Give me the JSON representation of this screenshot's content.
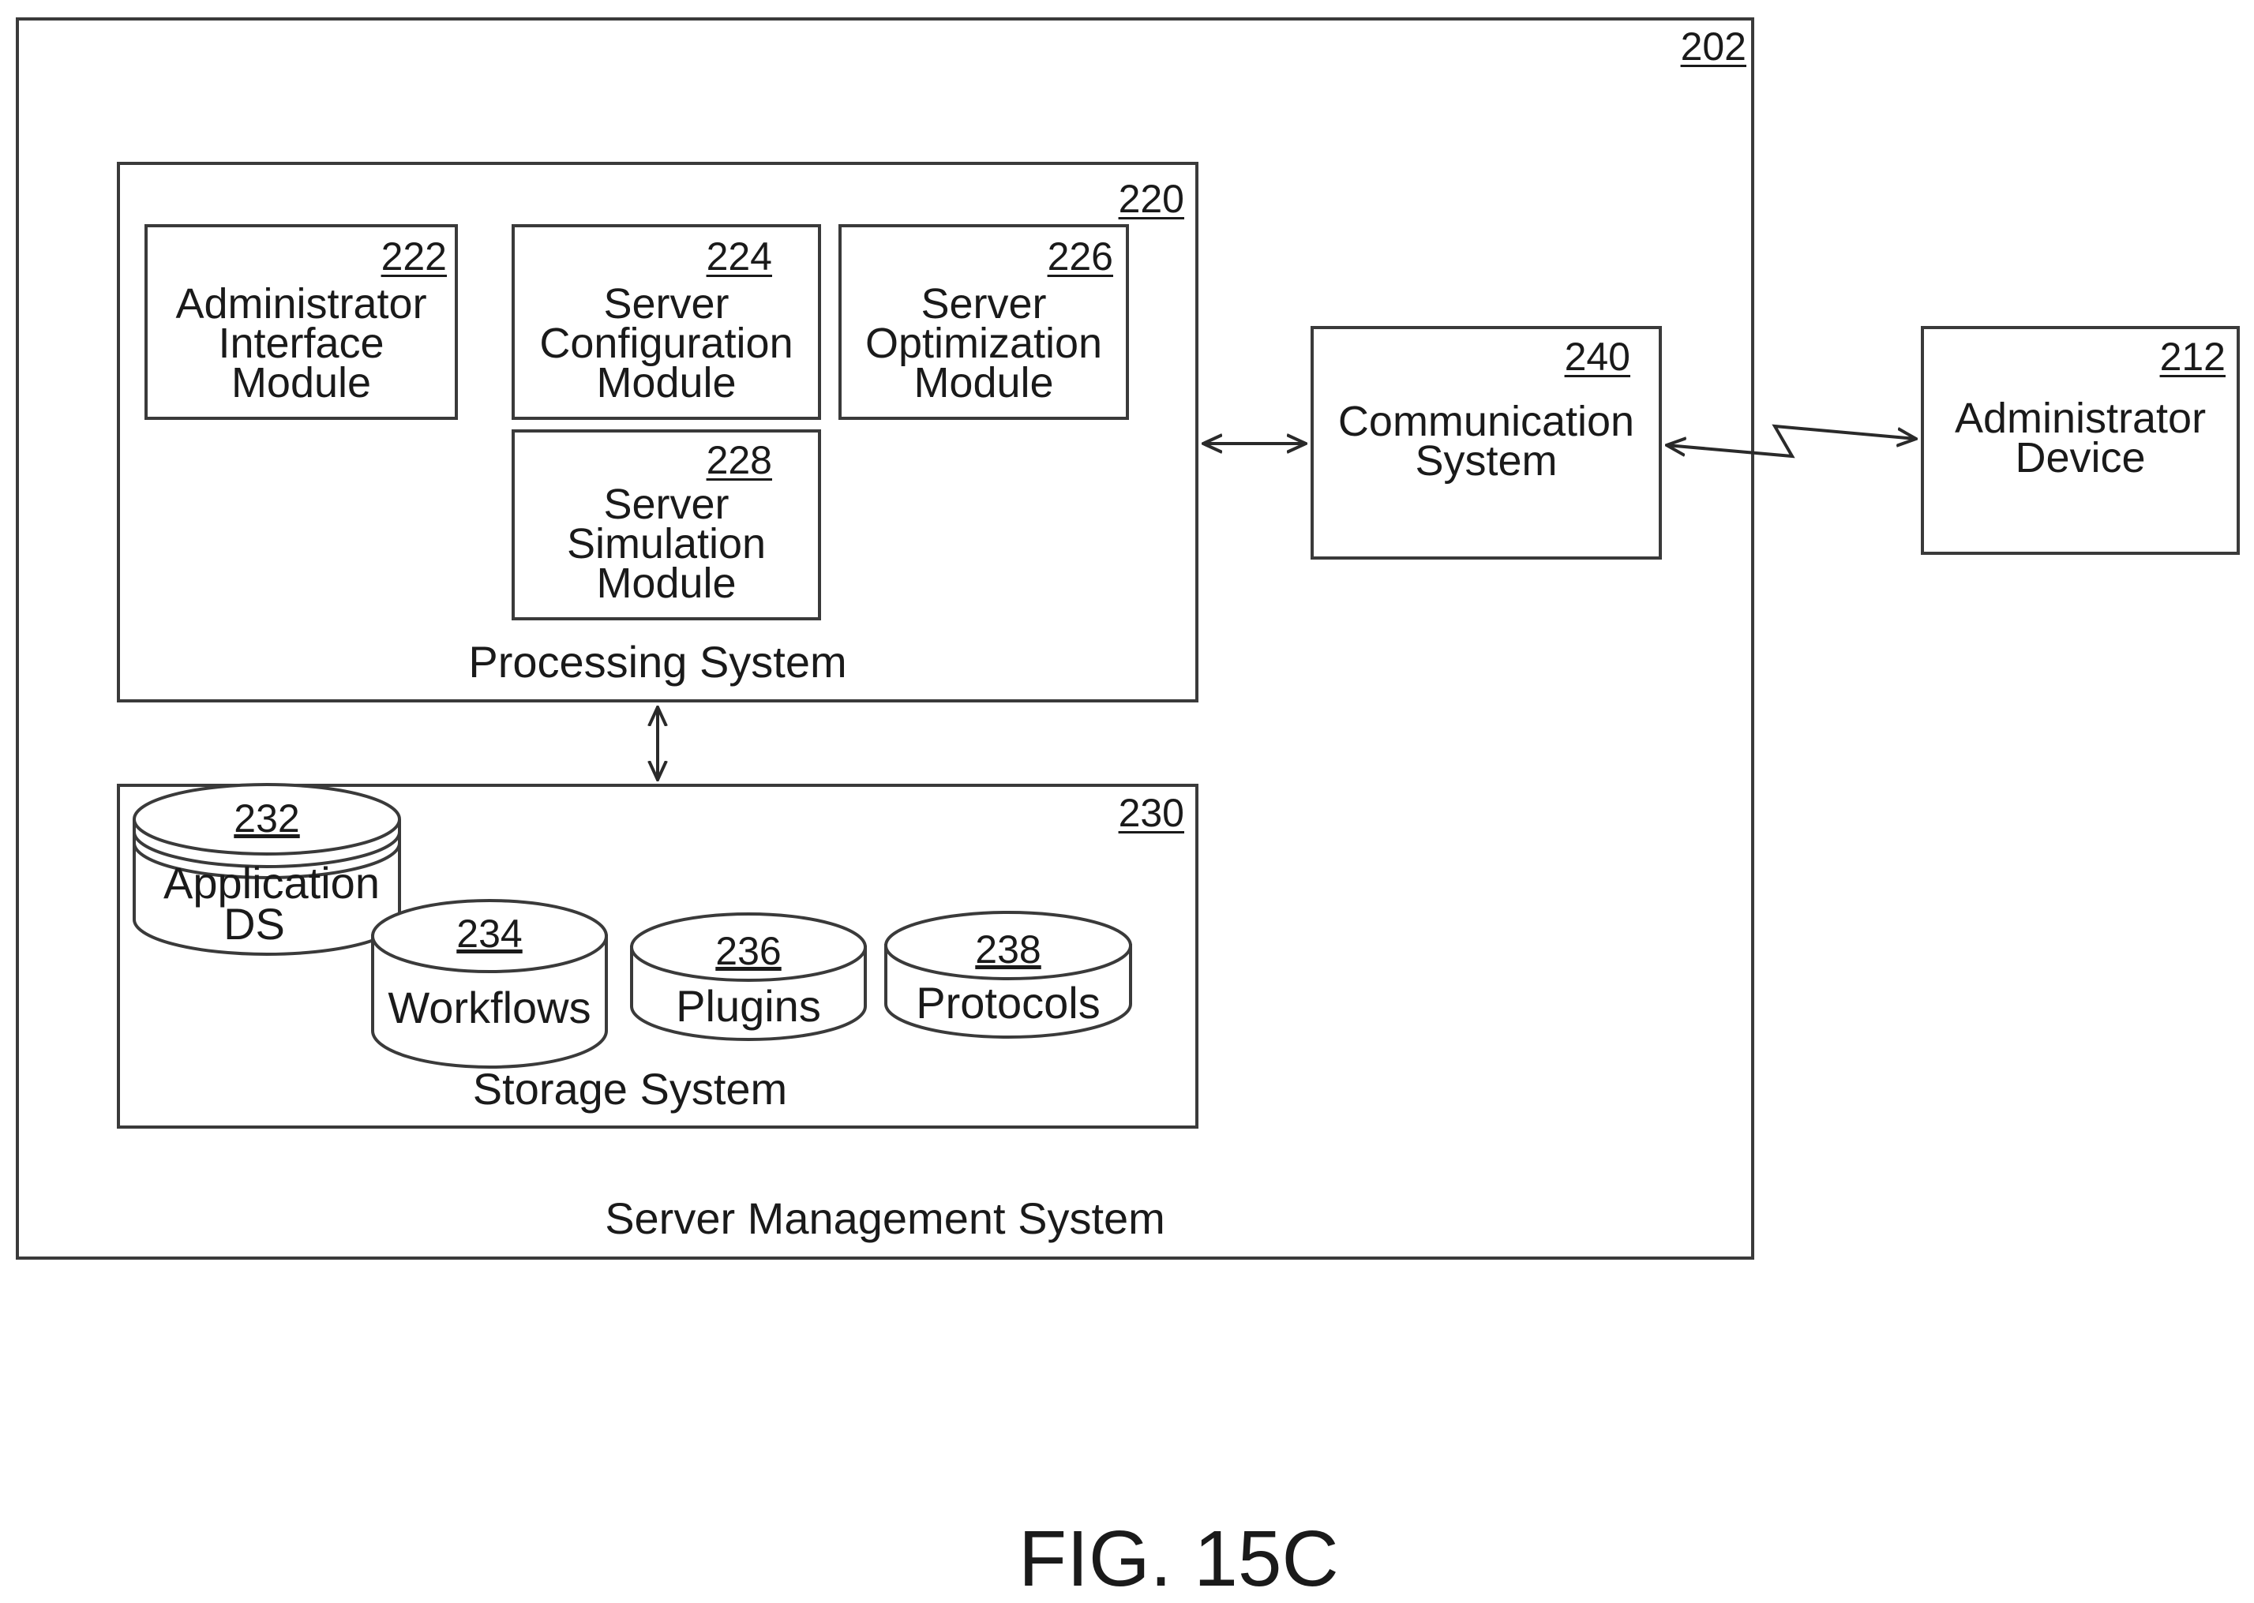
{
  "server_management": {
    "ref": "202",
    "label": "Server Management System"
  },
  "processing": {
    "ref": "220",
    "label": "Processing System",
    "modules": [
      {
        "ref": "222",
        "lines": [
          "Administrator",
          "Interface",
          "Module"
        ]
      },
      {
        "ref": "224",
        "lines": [
          "Server",
          "Configuration",
          "Module"
        ]
      },
      {
        "ref": "226",
        "lines": [
          "Server",
          "Optimization",
          "Module"
        ]
      },
      {
        "ref": "228",
        "lines": [
          "Server",
          "Simulation",
          "Module"
        ]
      }
    ]
  },
  "storage": {
    "ref": "230",
    "label": "Storage System",
    "stores": [
      {
        "ref": "232",
        "lines": [
          "Application",
          "DS"
        ]
      },
      {
        "ref": "234",
        "lines": [
          "Workflows"
        ]
      },
      {
        "ref": "236",
        "lines": [
          "Plugins"
        ]
      },
      {
        "ref": "238",
        "lines": [
          "Protocols"
        ]
      }
    ]
  },
  "communication": {
    "ref": "240",
    "lines": [
      "Communication",
      "System"
    ]
  },
  "admin_device": {
    "ref": "212",
    "lines": [
      "Administrator",
      "Device"
    ]
  },
  "figure_label": "FIG. 15C"
}
